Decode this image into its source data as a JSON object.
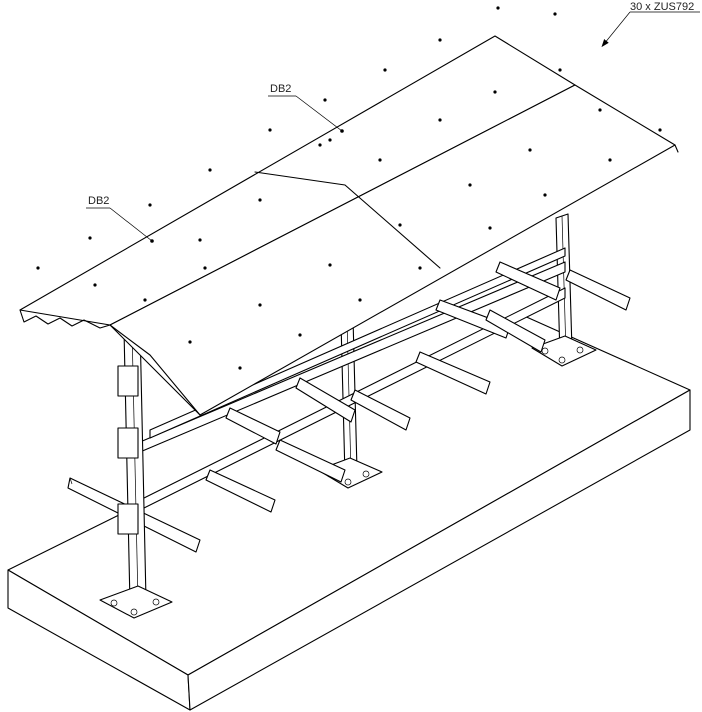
{
  "labels": {
    "callout_top": "30 x ZUS792",
    "roof_panel_upper": "DB2",
    "roof_panel_lower": "DB2"
  }
}
